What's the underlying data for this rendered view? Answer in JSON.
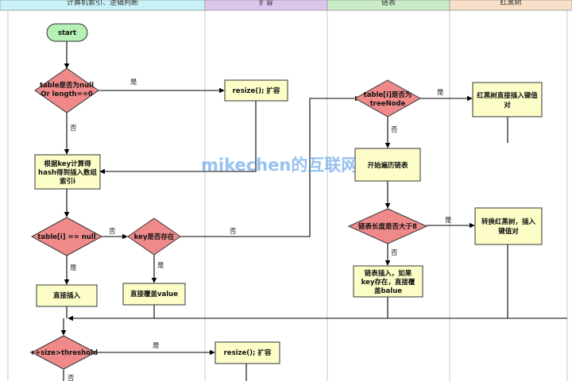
{
  "lanes": [
    {
      "title": "计算机索引、逻辑判断",
      "color": "#c8f1f8"
    },
    {
      "title": "扩容",
      "color": "#dcc6ee"
    },
    {
      "title": "链表",
      "color": "#c9ecc6"
    },
    {
      "title": "红黑树",
      "color": "#f8e0c8"
    }
  ],
  "nodes": {
    "start": "start",
    "check_null": [
      "table是否为null",
      "Or length==0"
    ],
    "resize1": "resize(); 扩容",
    "compute_index": [
      "根据key计算得",
      "hash得到插入数组",
      "索引i"
    ],
    "table_i_null": "table[i] == null",
    "key_exists": "key是否存在",
    "insert_direct": "直接插入",
    "overwrite_value": "直接覆盖value",
    "is_treenode": [
      "table[i]是否为",
      "treeNode"
    ],
    "rbtree_insert": [
      "红黑树直接插入键值",
      "对"
    ],
    "traverse_list": "开始遍历链表",
    "list_len_gt8": "链表长度是否大于8",
    "convert_rbtree": [
      "转换红黑树，插入",
      "键值对"
    ],
    "list_insert": [
      "链表插入，如果",
      "key存在，直接覆",
      "盖balue"
    ],
    "size_threshold": "++size>threshold",
    "resize2": "resize(); 扩容"
  },
  "labels": {
    "yes": "是",
    "no": "否"
  },
  "watermark": "mikechen的互联网架构",
  "colors": {
    "decision_fill": "#f08a8a",
    "process_fill": "#fdfdc8",
    "start_fill": "#b5f0b5",
    "line": "#000000"
  }
}
